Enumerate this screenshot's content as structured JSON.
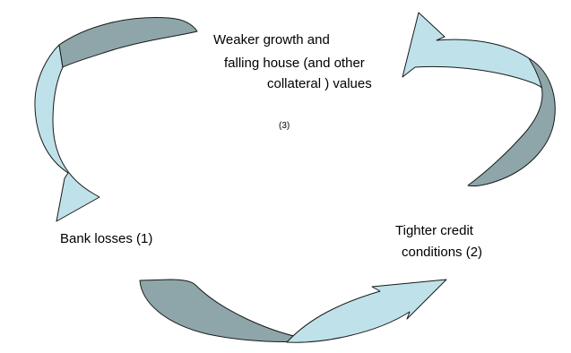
{
  "colors": {
    "arrow_light": "#bfe2ea",
    "arrow_dark": "#8ea6a9",
    "outline": "#1a1a1a",
    "background": "#ffffff"
  },
  "labels": {
    "top_line1": "Weaker growth and",
    "top_line2": "falling house (and other",
    "top_line3": "collateral ) values",
    "top_step": "(3)",
    "bank": "Bank losses (1)",
    "credit_line1": "Tighter credit",
    "credit_line2": "conditions (2)"
  }
}
